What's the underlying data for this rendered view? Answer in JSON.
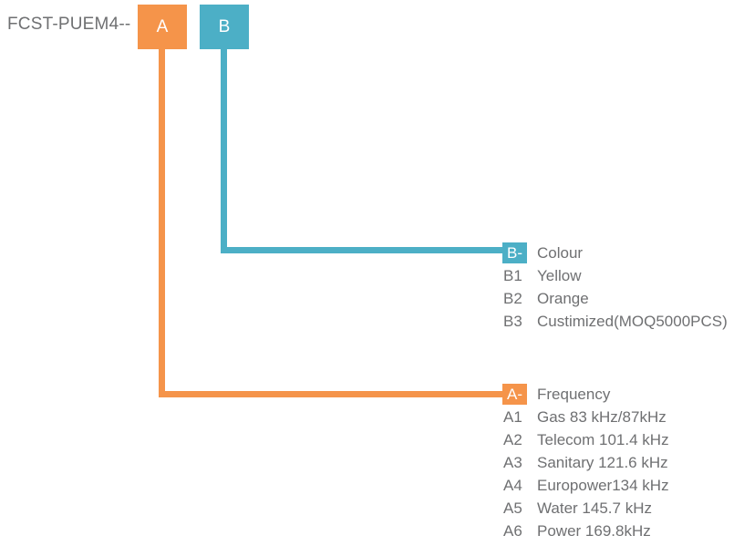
{
  "diagram": {
    "prefix": "FCST-PUEM4--",
    "colors": {
      "orange": "#f5944a",
      "teal": "#4cafc6",
      "text_gray": "#6f7072",
      "background": "#ffffff"
    },
    "code_boxes": [
      {
        "label": "A",
        "color_name": "orange"
      },
      {
        "label": "B",
        "color_name": "teal"
      }
    ],
    "groups": [
      {
        "key": "B",
        "header": {
          "code": "B-",
          "text": "Colour"
        },
        "options": [
          {
            "code": "B1",
            "text": "Yellow"
          },
          {
            "code": "B2",
            "text": "Orange"
          },
          {
            "code": "B3",
            "text": "Custimized(MOQ5000PCS)"
          }
        ]
      },
      {
        "key": "A",
        "header": {
          "code": "A-",
          "text": "Frequency"
        },
        "options": [
          {
            "code": "A1",
            "text": "Gas 83 kHz/87kHz"
          },
          {
            "code": "A2",
            "text": "Telecom 101.4 kHz"
          },
          {
            "code": "A3",
            "text": "Sanitary 121.6 kHz"
          },
          {
            "code": "A4",
            "text": "Europower134 kHz"
          },
          {
            "code": "A5",
            "text": "Water 145.7 kHz"
          },
          {
            "code": "A6",
            "text": "Power 169.8kHz"
          }
        ]
      }
    ]
  }
}
